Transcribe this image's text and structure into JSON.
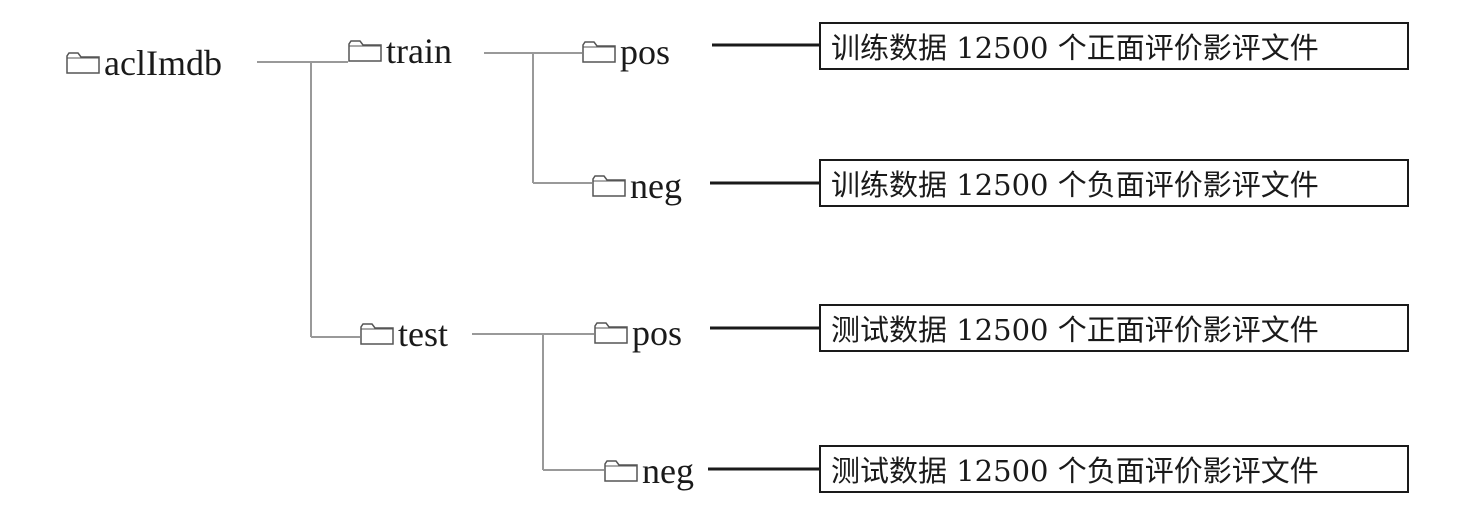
{
  "tree": {
    "root": {
      "label": "aclImdb",
      "icon": "folder-icon"
    },
    "train": {
      "label": "train",
      "icon": "folder-icon",
      "pos": {
        "label": "pos",
        "description": "训练数据 12500 个正面评价影评文件"
      },
      "neg": {
        "label": "neg",
        "description": "训练数据 12500 个负面评价影评文件"
      }
    },
    "test": {
      "label": "test",
      "icon": "folder-icon",
      "pos": {
        "label": "pos",
        "description": "测试数据 12500 个正面评价影评文件"
      },
      "neg": {
        "label": "neg",
        "description": "测试数据 12500 个负面评价影评文件"
      }
    }
  },
  "colors": {
    "tree_line": "#999999",
    "pointer_line": "#1a1a1a",
    "text": "#1a1a1a"
  }
}
